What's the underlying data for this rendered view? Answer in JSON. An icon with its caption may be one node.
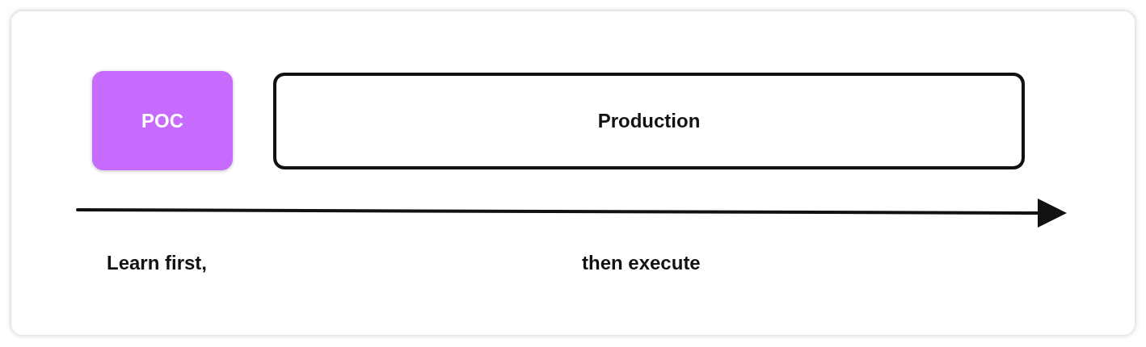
{
  "diagram": {
    "nodes": [
      {
        "text": [
          "POC"
        ]
      },
      {
        "text": [
          "Production"
        ]
      }
    ],
    "labels": [
      "Learn first,",
      "then execute"
    ]
  }
}
